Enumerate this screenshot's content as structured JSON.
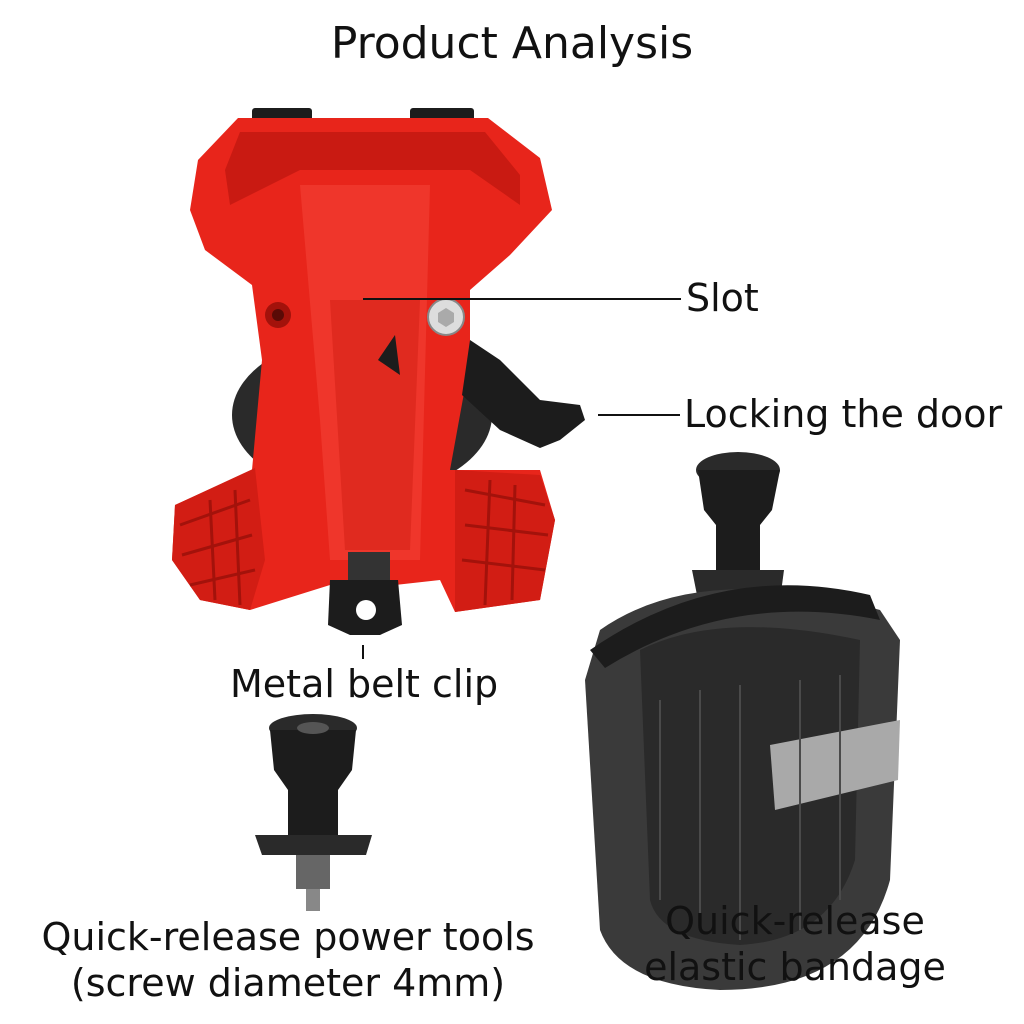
{
  "title": "Product Analysis",
  "labels": {
    "slot": "Slot",
    "locking_door": "Locking the door",
    "belt_clip": "Metal belt clip"
  },
  "captions": {
    "power_tools_line1": "Quick-release power tools",
    "power_tools_line2": "(screw diameter 4mm)",
    "bandage_line1": "Quick-release",
    "bandage_line2": "elastic bandage"
  },
  "colors": {
    "holster_red": "#e8251b",
    "holster_dark_red": "#b5150e",
    "rubber_black": "#1c1c1c",
    "strap_grey": "#3a3a3a"
  }
}
